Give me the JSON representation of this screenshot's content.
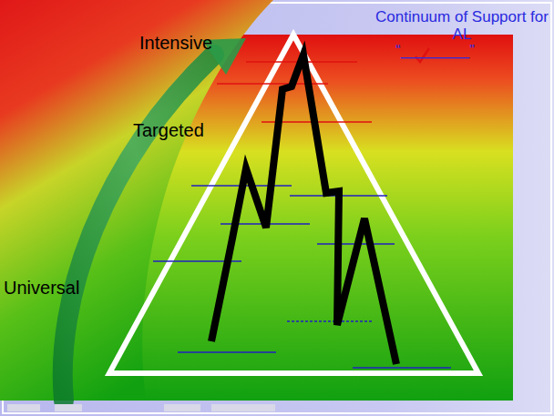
{
  "diagram": {
    "title": "Continuum of Support for AL",
    "labels": [
      "“________”",
      "Intensive",
      "Targeted",
      "Universal"
    ]
  }
}
